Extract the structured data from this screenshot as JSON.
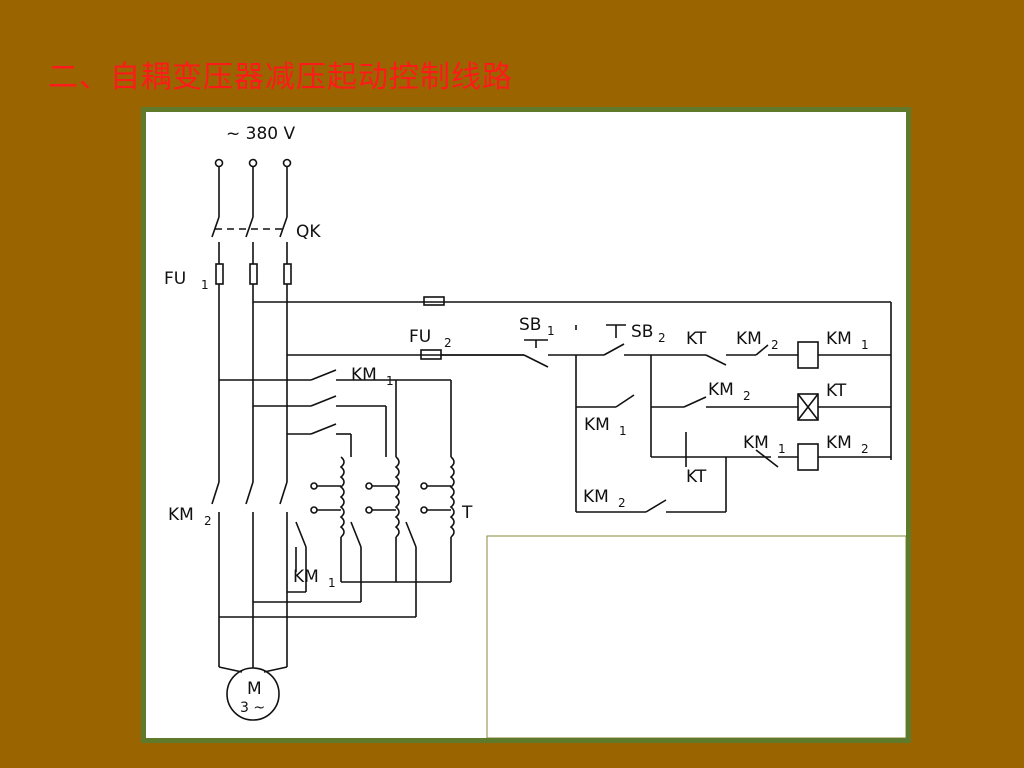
{
  "slide": {
    "title": "二、自耦变压器减压起动控制线路",
    "title_color": "#ff1a1a",
    "background_color": "#9a6500"
  },
  "diagram": {
    "supply": "~ 380 V",
    "qk": "QK",
    "fu1": "FU",
    "fu1_sub": "1",
    "fu2": "FU",
    "fu2_sub": "2",
    "km1_top": "KM",
    "km1_top_sub": "1",
    "km2_main": "KM",
    "km2_main_sub": "2",
    "km1_bottom": "KM",
    "km1_bottom_sub": "1",
    "transformer": "T",
    "motor": "M",
    "motor_phase": "3 ~",
    "sb1": "SB",
    "sb1_sub": "1",
    "sb2": "SB",
    "sb2_sub": "2",
    "kt_contact": "KT",
    "km2_rung1": "KM",
    "km2_rung1_sub": "2",
    "coil_km1": "KM",
    "coil_km1_sub": "1",
    "km2_rung2": "KM",
    "km2_rung2_sub": "2",
    "coil_kt": "KT",
    "km1_holding": "KM",
    "km1_holding_sub": "1",
    "km1_rung3": "KM",
    "km1_rung3_sub": "1",
    "coil_km2": "KM",
    "coil_km2_sub": "2",
    "kt_lower": "KT",
    "km2_holding": "KM",
    "km2_holding_sub": "2"
  }
}
